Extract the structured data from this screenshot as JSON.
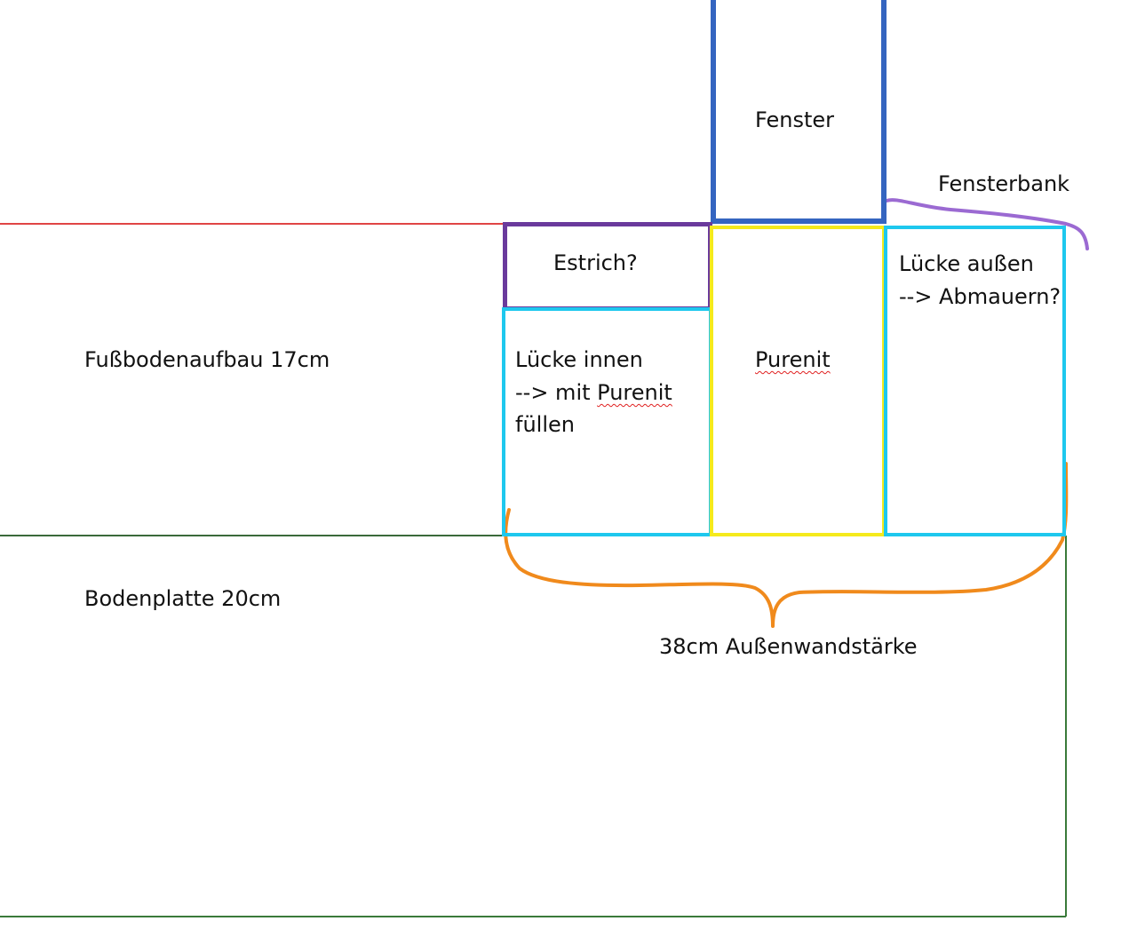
{
  "labels": {
    "fenster": "Fenster",
    "fensterbank": "Fensterbank",
    "estrich": "Estrich?",
    "luecke_aussen": [
      "Lücke außen",
      "--> Abmauern?"
    ],
    "fussbodenaufbau": "Fußbodenaufbau 17cm",
    "luecke_innen": [
      "Lücke innen",
      "--> mit ",
      "Purenit",
      "füllen"
    ],
    "purenit": "Purenit",
    "bodenplatte": "Bodenplatte 20cm",
    "aussenwand": "38cm Außenwandstärke"
  },
  "colors": {
    "fenster": "#3565c0",
    "fensterbank": "#9b6ad2",
    "estrich": "#6a3a9c",
    "luecke": "#1ec8ee",
    "purenit": "#f5ea1c",
    "fussboden_line": "#e04545",
    "bodenplatte_line": "#3a7a3a",
    "brace": "#f08a1c",
    "spellcheck": "#e02020"
  }
}
